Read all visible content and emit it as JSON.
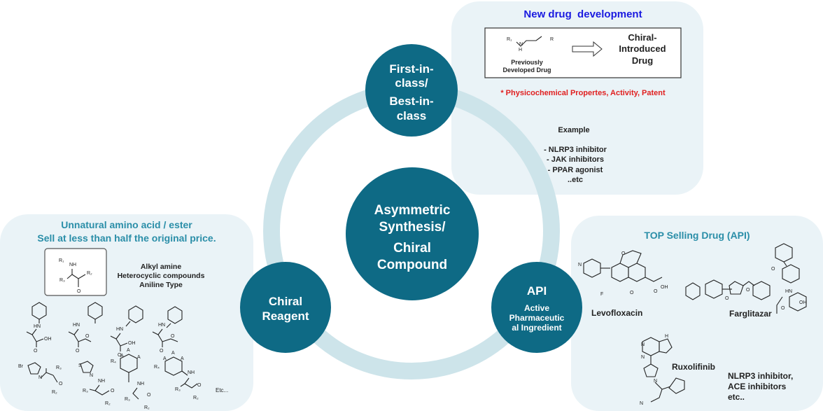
{
  "center": {
    "line1": "Asymmetric",
    "line2": "Synthesis/",
    "line3": "Chiral",
    "line4": "Compound"
  },
  "first_in_class": {
    "line1": "First-in-",
    "line2": "class/",
    "line3": "Best-in-",
    "line4": "class"
  },
  "chiral_reagent": {
    "line1": "Chiral",
    "line2": "Reagent"
  },
  "api": {
    "title": "API",
    "sub1": "Active",
    "sub2": "Pharmaceutic",
    "sub3": "al Ingredient"
  },
  "new_drug": {
    "title": "New drug  development",
    "previously_line1": "Previously",
    "previously_line2": "Developed Drug",
    "result_line1": "Chiral-",
    "result_line2": "Introduced",
    "result_line3": "Drug",
    "note": "* Physicochemical Propertes, Activity, Patent",
    "example_title": "Example",
    "examples": [
      "- NLRP3 inhibitor",
      "- JAK inhibitors",
      "- PPAR agonist",
      "..etc"
    ]
  },
  "amino": {
    "title1": "Unnatural amino acid / ester",
    "title2": "Sell at less than half the original price.",
    "types": [
      "Alkyl amine",
      "Heterocyclic compounds",
      "Aniline Type"
    ],
    "etc": "Etc..."
  },
  "top_selling": {
    "title": "TOP Selling Drug (API)",
    "drugs": [
      "Levofloxacin",
      "Farglitazar",
      "Ruxolifinib"
    ],
    "others": [
      "NLRP3 inhibitor,",
      "ACE inhibitors",
      "etc.."
    ]
  },
  "colors": {
    "teal": "#0e6a85",
    "ring": "#cde4ea",
    "panel": "#eaf3f7",
    "title_blue": "#1a1ae0",
    "title_teal": "#2a8ea8",
    "red": "#e02020"
  }
}
